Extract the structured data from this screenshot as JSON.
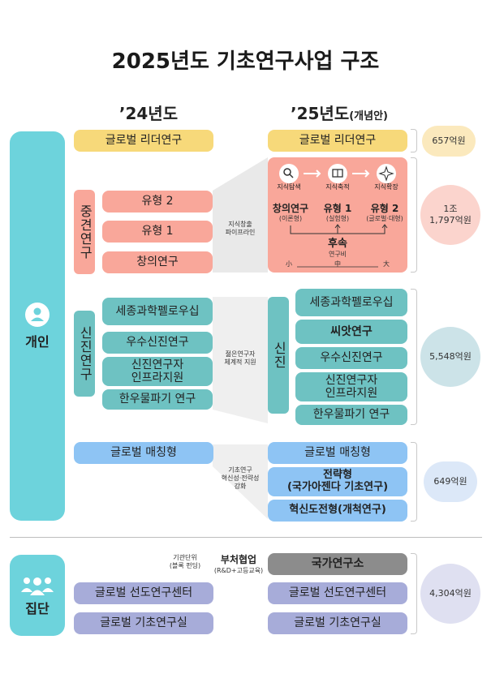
{
  "title": "2025년도 기초연구사업 구조",
  "year_24": "’24년도",
  "year_25": "’25년도",
  "year_25_note": "(개념안)",
  "groups": {
    "individual": "개인",
    "collective": "집단"
  },
  "left_col": {
    "leader": "글로벌 리더연구",
    "mid_label": "중견연구",
    "mid_items": [
      "유형 2",
      "유형 1",
      "창의연구"
    ],
    "new_label": "신진연구",
    "new_items": [
      "세종과학펠로우십",
      "우수신진연구",
      "신진연구자\n인프라지원",
      "한우물파기 연구"
    ],
    "matching": "글로벌 매칭형",
    "center": "글로벌 선도연구센터",
    "lab": "글로벌 기초연구실"
  },
  "middle_labels": {
    "pipeline": "지식창출\n파이프라인",
    "young": "젊은연구자\n체계적 지원",
    "innovation": "기초연구\n혁신성·전략성\n강화",
    "inst_unit": "기관단위\n(블록 펀딩)",
    "cooperation": "부처협업",
    "cooperation_sub": "(R&D+고등교육)"
  },
  "right_col": {
    "leader": "글로벌 리더연구",
    "pipeline_stages": [
      "지식탐색",
      "지식축적",
      "지식확장"
    ],
    "pipeline_items": [
      {
        "name": "창의연구",
        "sub": "(이론형)"
      },
      {
        "name": "유형 1",
        "sub": "(실험형)"
      },
      {
        "name": "유형 2",
        "sub": "(글로벌·대형)"
      }
    ],
    "followup": "후속",
    "budget_label": "연구비",
    "budget_scale": [
      "小",
      "中",
      "大"
    ],
    "new_label": "신진",
    "new_items": [
      "세종과학펠로우십",
      "씨앗연구",
      "우수신진연구",
      "신진연구자\n인프라지원",
      "한우물파기 연구"
    ],
    "matching": "글로벌 매칭형",
    "strategic": "전략형\n(국가아젠다 기초연구)",
    "innovative": "혁신도전형(개척연구)",
    "national_lab": "국가연구소",
    "center": "글로벌 선도연구센터",
    "lab": "글로벌 기초연구실"
  },
  "budgets": [
    "657억원",
    "1조\n1,797억원",
    "5,548억원",
    "649억원",
    "4,304억원"
  ],
  "icons": [
    "person-icon",
    "group-icon",
    "search-icon",
    "book-icon",
    "sparkle-icon",
    "arrow-right-icon"
  ]
}
